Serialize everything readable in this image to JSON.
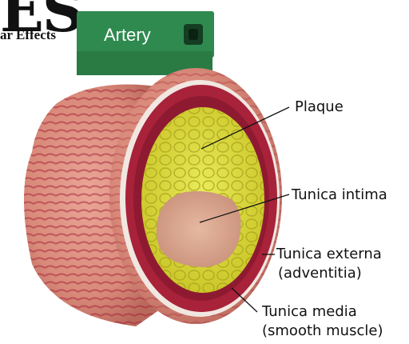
{
  "header": {
    "title_fragment": "ES",
    "subtitle_fragment": "ar Effects"
  },
  "model_tag": {
    "text": "Artery"
  },
  "labels": {
    "plaque": "Plaque",
    "tunica_intima": "Tunica intima",
    "tunica_externa": "Tunica externa",
    "tunica_externa_sub": "(adventitia)",
    "tunica_media": "Tunica media",
    "tunica_media_sub": "(smooth muscle)"
  },
  "colors": {
    "tag_green": "#2f8a4f",
    "outer_tissue": "#d98a7a",
    "muscle_layer": "#a8223a",
    "plaque_yellow": "#d9d93a",
    "lumen": "#d9a48c"
  }
}
